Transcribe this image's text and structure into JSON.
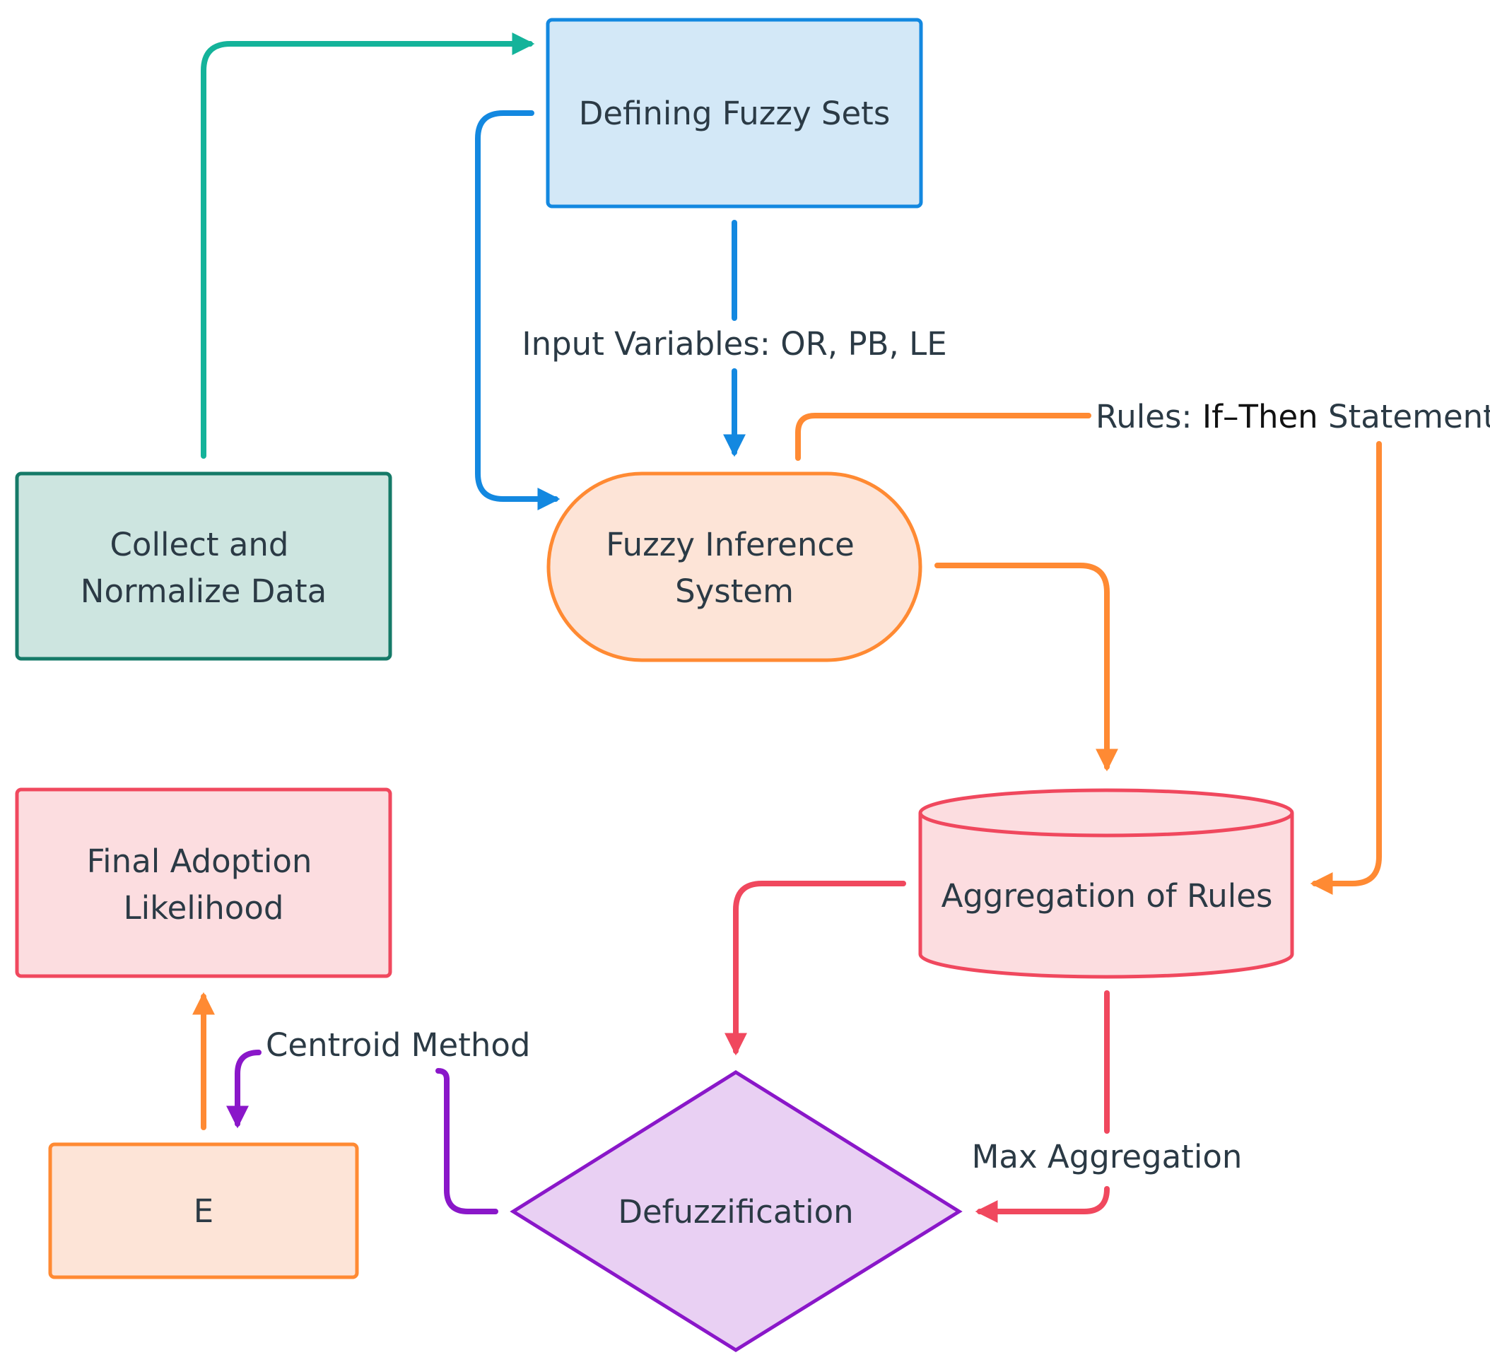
{
  "nodes": {
    "defining_fuzzy_sets": {
      "label": "Defining Fuzzy Sets"
    },
    "collect_normalize": {
      "line1": "Collect and",
      "line2": "Normalize Data"
    },
    "fuzzy_inference": {
      "line1": "Fuzzy Inference",
      "line2": "System"
    },
    "aggregation_rules": {
      "label": "Aggregation of Rules"
    },
    "final_adoption": {
      "line1": "Final Adoption",
      "line2": "Likelihood"
    },
    "e_box": {
      "label": "E"
    },
    "defuzzification": {
      "label": "Defuzzification"
    }
  },
  "edges": {
    "input_variables": {
      "label": "Input Variables: OR, PB, LE"
    },
    "rules": {
      "label_a": "Rules: ",
      "label_b": "If–Then",
      "label_c": " Statements"
    },
    "centroid": {
      "label": "Centroid Method"
    },
    "max_aggregation": {
      "label": "Max Aggregation"
    }
  },
  "colors": {
    "teal": "#14b39a",
    "blue": "#1388e0",
    "orange": "#ff8a33",
    "red": "#f0485e",
    "purple": "#8a17c9"
  }
}
